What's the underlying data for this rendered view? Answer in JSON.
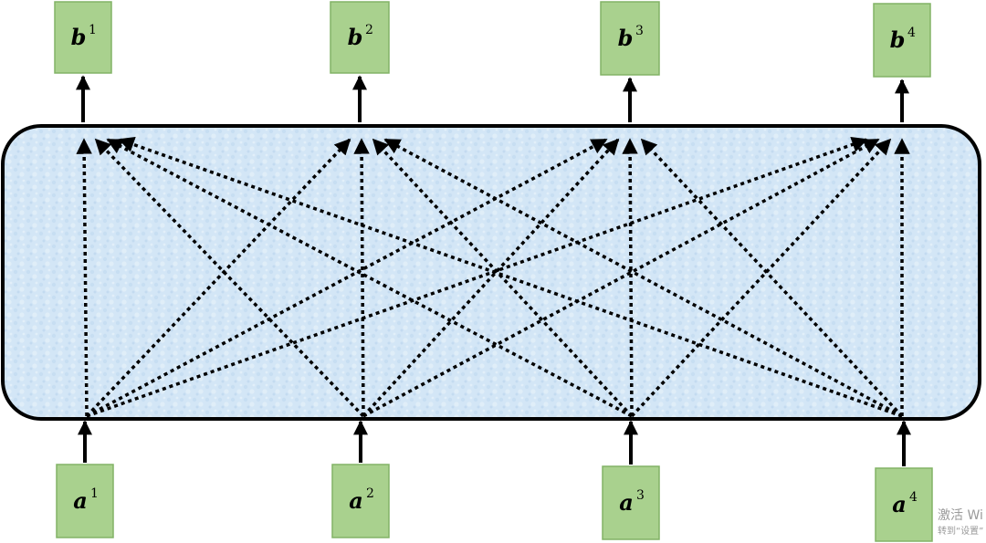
{
  "inputs": [
    {
      "symbol": "a",
      "index": "1"
    },
    {
      "symbol": "a",
      "index": "2"
    },
    {
      "symbol": "a",
      "index": "3"
    },
    {
      "symbol": "a",
      "index": "4"
    }
  ],
  "outputs": [
    {
      "symbol": "b",
      "index": "1"
    },
    {
      "symbol": "b",
      "index": "2"
    },
    {
      "symbol": "b",
      "index": "3"
    },
    {
      "symbol": "b",
      "index": "4"
    }
  ],
  "colors": {
    "box_fill": "#a9d18e",
    "box_stroke": "#82b366",
    "panel_fill": "#d6e8f7",
    "panel_stroke": "#000000",
    "arrow": "#000000"
  },
  "watermark": {
    "line1": "激活 Wi",
    "line2": "转到“设置”"
  }
}
